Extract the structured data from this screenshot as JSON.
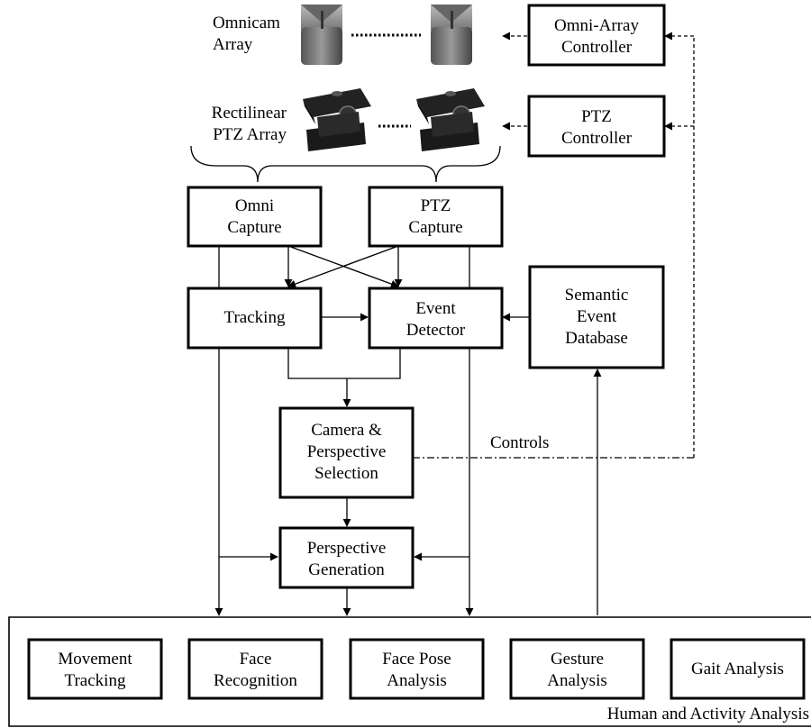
{
  "top_labels": {
    "omnicam_array": "Omnicam\nArray",
    "rectilinear_ptz_array": "Rectilinear\nPTZ Array"
  },
  "boxes": {
    "omni_array_controller": "Omni-Array\nController",
    "ptz_controller": "PTZ\nController",
    "omni_capture": "Omni\nCapture",
    "ptz_capture": "PTZ\nCapture",
    "tracking": "Tracking",
    "event_detector": "Event\nDetector",
    "semantic_event_database": "Semantic\nEvent\nDatabase",
    "camera_perspective_selection": "Camera &\nPerspective\nSelection",
    "perspective_generation": "Perspective\nGeneration"
  },
  "controls_label": "Controls",
  "analysis": {
    "title": "Human and Activity Analysis",
    "modules": [
      "Movement\nTracking",
      "Face\nRecognition",
      "Face Pose\nAnalysis",
      "Gesture\nAnalysis",
      "Gait Analysis"
    ]
  },
  "icons": {
    "omnicam": "omnicam-camera-icon",
    "ptz": "ptz-camera-icon"
  }
}
